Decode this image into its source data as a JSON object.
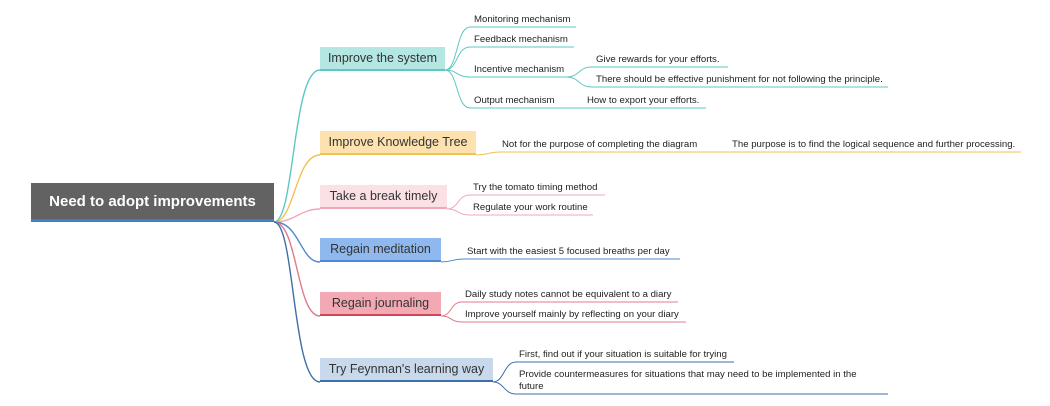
{
  "root": {
    "label": "Need to adopt improvements"
  },
  "branches": [
    {
      "label": "Improve the system",
      "color": "#5cc8c2",
      "fill": "#b4e6e2",
      "children": [
        {
          "label": "Monitoring mechanism"
        },
        {
          "label": "Feedback mechanism"
        },
        {
          "label": "Incentive mechanism",
          "children": [
            {
              "label": "Give rewards for your efforts."
            },
            {
              "label": "There should be effective punishment for not following the principle."
            }
          ]
        },
        {
          "label": "Output mechanism",
          "children": [
            {
              "label": "How to export your efforts."
            }
          ]
        }
      ]
    },
    {
      "label": "Improve Knowledge Tree",
      "color": "#f2c14e",
      "fill": "#fde2b0",
      "children": [
        {
          "label": "Not for the purpose of completing the diagram",
          "children": [
            {
              "label": "The purpose is to find the logical sequence and further processing."
            }
          ]
        }
      ]
    },
    {
      "label": "Take a break timely",
      "color": "#efa8b8",
      "fill": "#fbe1e6",
      "children": [
        {
          "label": "Try the tomato timing method"
        },
        {
          "label": "Regulate your work routine"
        }
      ]
    },
    {
      "label": "Regain meditation",
      "color": "#4a8ad4",
      "fill": "#8fb9ee",
      "children": [
        {
          "label": "Start with the easiest 5 focused breaths per day"
        }
      ]
    },
    {
      "label": "Regain journaling",
      "color": "#e07a8b",
      "fill": "#f2a9b4",
      "children": [
        {
          "label": "Daily study notes cannot be equivalent to a diary"
        },
        {
          "label": "Improve yourself mainly by reflecting on your diary"
        }
      ]
    },
    {
      "label": "Try Feynman's learning way",
      "color": "#3f6fa8",
      "fill": "#c9d9ec",
      "children": [
        {
          "label": "First, find out if your situation is suitable for trying"
        },
        {
          "label": "Provide countermeasures for situations that may need to be implemented in the future"
        }
      ]
    }
  ]
}
